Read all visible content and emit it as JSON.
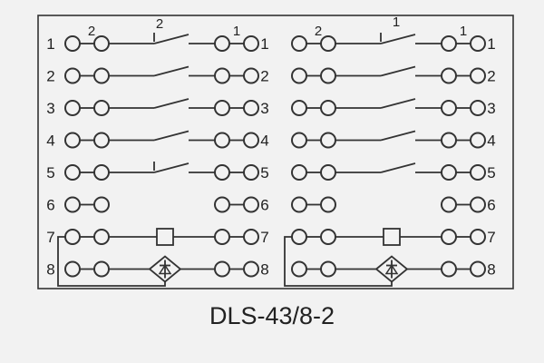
{
  "caption": "DLS-43/8-2",
  "colors": {
    "line": "#333333",
    "text": "#222222",
    "background": "#f2f2f2"
  },
  "diagram": {
    "rows": [
      {
        "number": "1",
        "element": "switch",
        "tick": "both"
      },
      {
        "number": "2",
        "element": "switch",
        "tick": "none"
      },
      {
        "number": "3",
        "element": "switch",
        "tick": "none"
      },
      {
        "number": "4",
        "element": "switch",
        "tick": "none"
      },
      {
        "number": "5",
        "element": "switch",
        "tick": "left"
      },
      {
        "number": "6",
        "element": "none",
        "tick": "none"
      },
      {
        "number": "7",
        "element": "box",
        "tick": "none"
      },
      {
        "number": "8",
        "element": "rectifier",
        "tick": "none"
      }
    ],
    "halves": [
      {
        "id": "left",
        "left_numbers": true,
        "top_labels": [
          {
            "text": "2",
            "anchor": "pair-left"
          },
          {
            "text": "2",
            "anchor": "contact"
          },
          {
            "text": "1",
            "anchor": "pair-right"
          }
        ]
      },
      {
        "id": "right",
        "left_numbers": false,
        "top_labels": [
          {
            "text": "2",
            "anchor": "pair-left"
          },
          {
            "text": "1",
            "anchor": "contact-high"
          },
          {
            "text": "1",
            "anchor": "pair-right"
          }
        ]
      }
    ]
  }
}
